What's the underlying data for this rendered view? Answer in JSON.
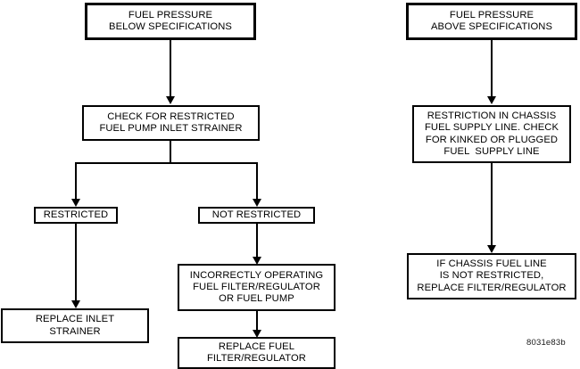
{
  "diagram": {
    "figure_code": "8031e83b",
    "ink_color": "#000000",
    "background_color": "#ffffff",
    "branches": [
      {
        "id": "below-spec",
        "root": "FUEL PRESSURE BELOW SPECIFICATIONS"
      },
      {
        "id": "above-spec",
        "root": "FUEL PRESSURE ABOVE SPECIFICATIONS"
      }
    ],
    "nodes": {
      "left_root": {
        "line1": "FUEL PRESSURE",
        "line2": "BELOW SPECIFICATIONS"
      },
      "left_check": {
        "line1": "CHECK FOR RESTRICTED",
        "line2": "FUEL PUMP INLET STRAINER"
      },
      "left_restricted": {
        "line1": "RESTRICTED"
      },
      "left_not_restricted": {
        "line1": "NOT RESTRICTED"
      },
      "left_replace_inlet": {
        "line1": "REPLACE INLET",
        "line2": "STRAINER"
      },
      "left_incorrect_operating": {
        "line1": "INCORRECTLY OPERATING",
        "line2": "FUEL FILTER/REGULATOR",
        "line3": "OR FUEL PUMP"
      },
      "left_replace_fuel_filter": {
        "line1": "REPLACE FUEL",
        "line2": "FILTER/REGULATOR"
      },
      "right_root": {
        "line1": "FUEL PRESSURE",
        "line2": "ABOVE SPECIFICATIONS"
      },
      "right_restriction": {
        "line1": "RESTRICTION IN CHASSIS",
        "line2": "FUEL SUPPLY LINE. CHECK",
        "line3": "FOR KINKED OR PLUGGED",
        "line4": "FUEL  SUPPLY LINE"
      },
      "right_if_not_restricted": {
        "line1": "IF CHASSIS FUEL LINE",
        "line2": "IS NOT RESTRICTED,",
        "line3": "REPLACE FILTER/REGULATOR"
      }
    }
  }
}
